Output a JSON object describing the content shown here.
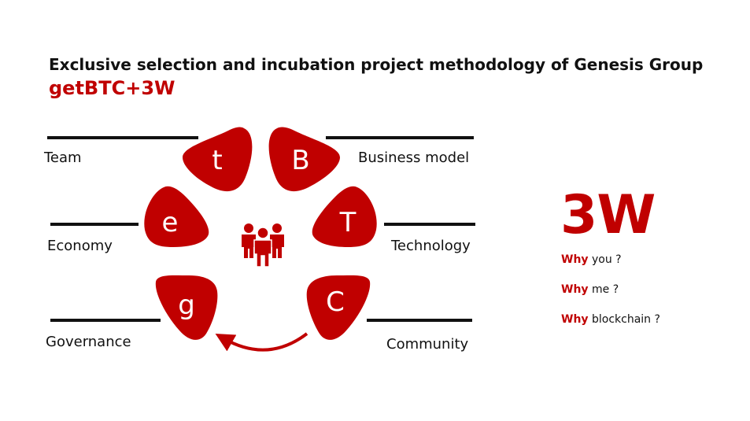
{
  "header": {
    "title": "Exclusive selection and incubation project methodology of Genesis Group",
    "subtitle": "getBTC+3W"
  },
  "petals": [
    {
      "letter": "t",
      "label": "Team"
    },
    {
      "letter": "B",
      "label": "Business model"
    },
    {
      "letter": "e",
      "label": "Economy"
    },
    {
      "letter": "T",
      "label": "Technology"
    },
    {
      "letter": "g",
      "label": "Governance"
    },
    {
      "letter": "C",
      "label": "Community"
    }
  ],
  "center_icon": "people-group-icon",
  "w3": {
    "heading": "3W",
    "lines": [
      {
        "bold": "Why",
        "rest": " you ?"
      },
      {
        "bold": "Why",
        "rest": " me ?"
      },
      {
        "bold": "Why",
        "rest": " blockchain ?"
      }
    ]
  },
  "colors": {
    "accent": "#c00000",
    "text": "#111111"
  }
}
